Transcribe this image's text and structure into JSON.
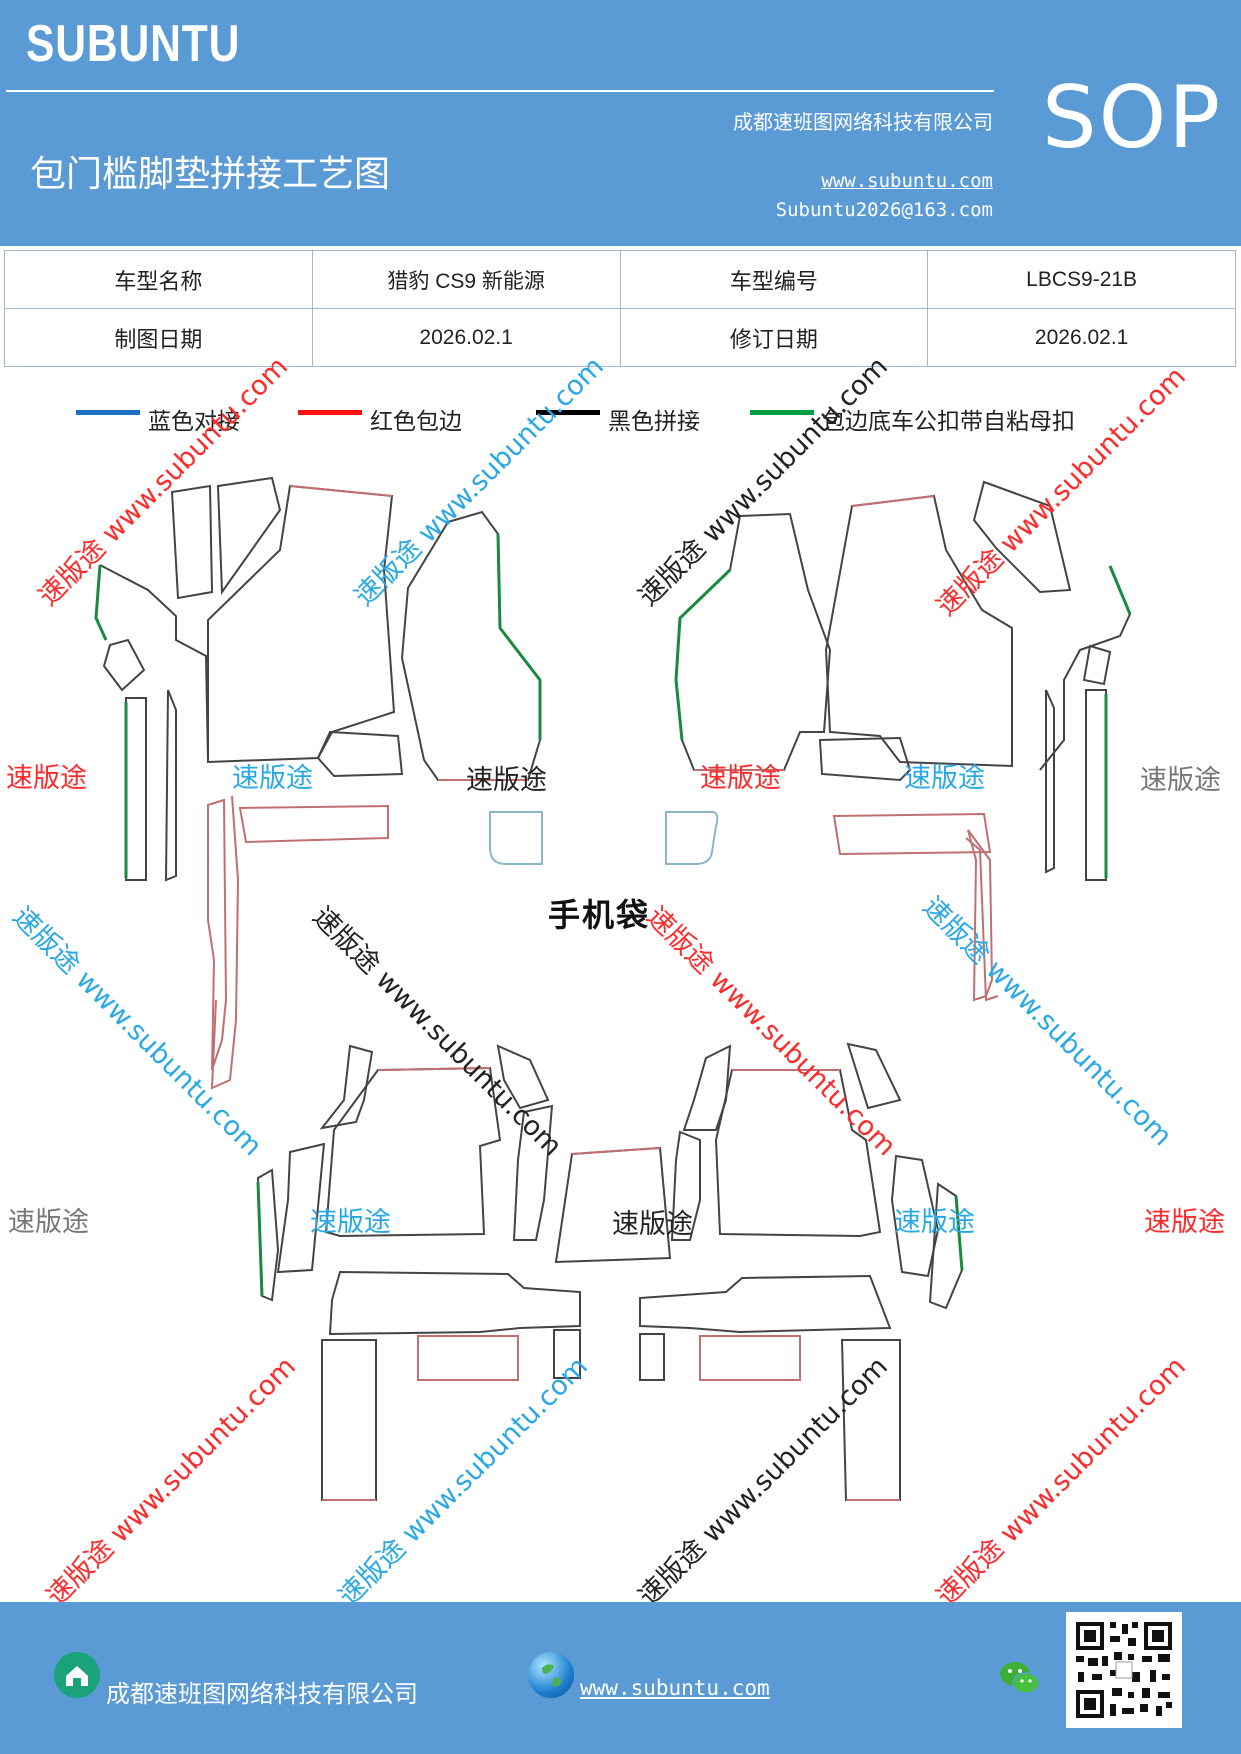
{
  "header": {
    "brand": "SUBUNTU",
    "title": "包门槛脚垫拼接工艺图",
    "company": "成都速班图网络科技有限公司",
    "website": "www.subuntu.com",
    "email": "Subuntu2026@163.com",
    "badge": "SOP"
  },
  "info_table": {
    "rows": [
      [
        "车型名称",
        "猎豹 CS9 新能源",
        "车型编号",
        "LBCS9-21B"
      ],
      [
        "制图日期",
        "2026.02.1",
        "修订日期",
        "2026.02.1"
      ]
    ]
  },
  "legend": [
    {
      "color": "#1a6fc0",
      "label": "蓝色对接"
    },
    {
      "color": "#ff1010",
      "label": "红色包边"
    },
    {
      "color": "#000000",
      "label": "黑色拼接"
    },
    {
      "color": "#00a040",
      "label": "包边底车公扣带自粘母扣"
    }
  ],
  "diagram": {
    "phone_bag_label": "手机袋"
  },
  "watermarks": {
    "brand_cn": "速版途",
    "diagonal": "速版途 www.subuntu.com"
  },
  "footer": {
    "company": "成都速班图网络科技有限公司",
    "website": "www.subuntu.com"
  }
}
